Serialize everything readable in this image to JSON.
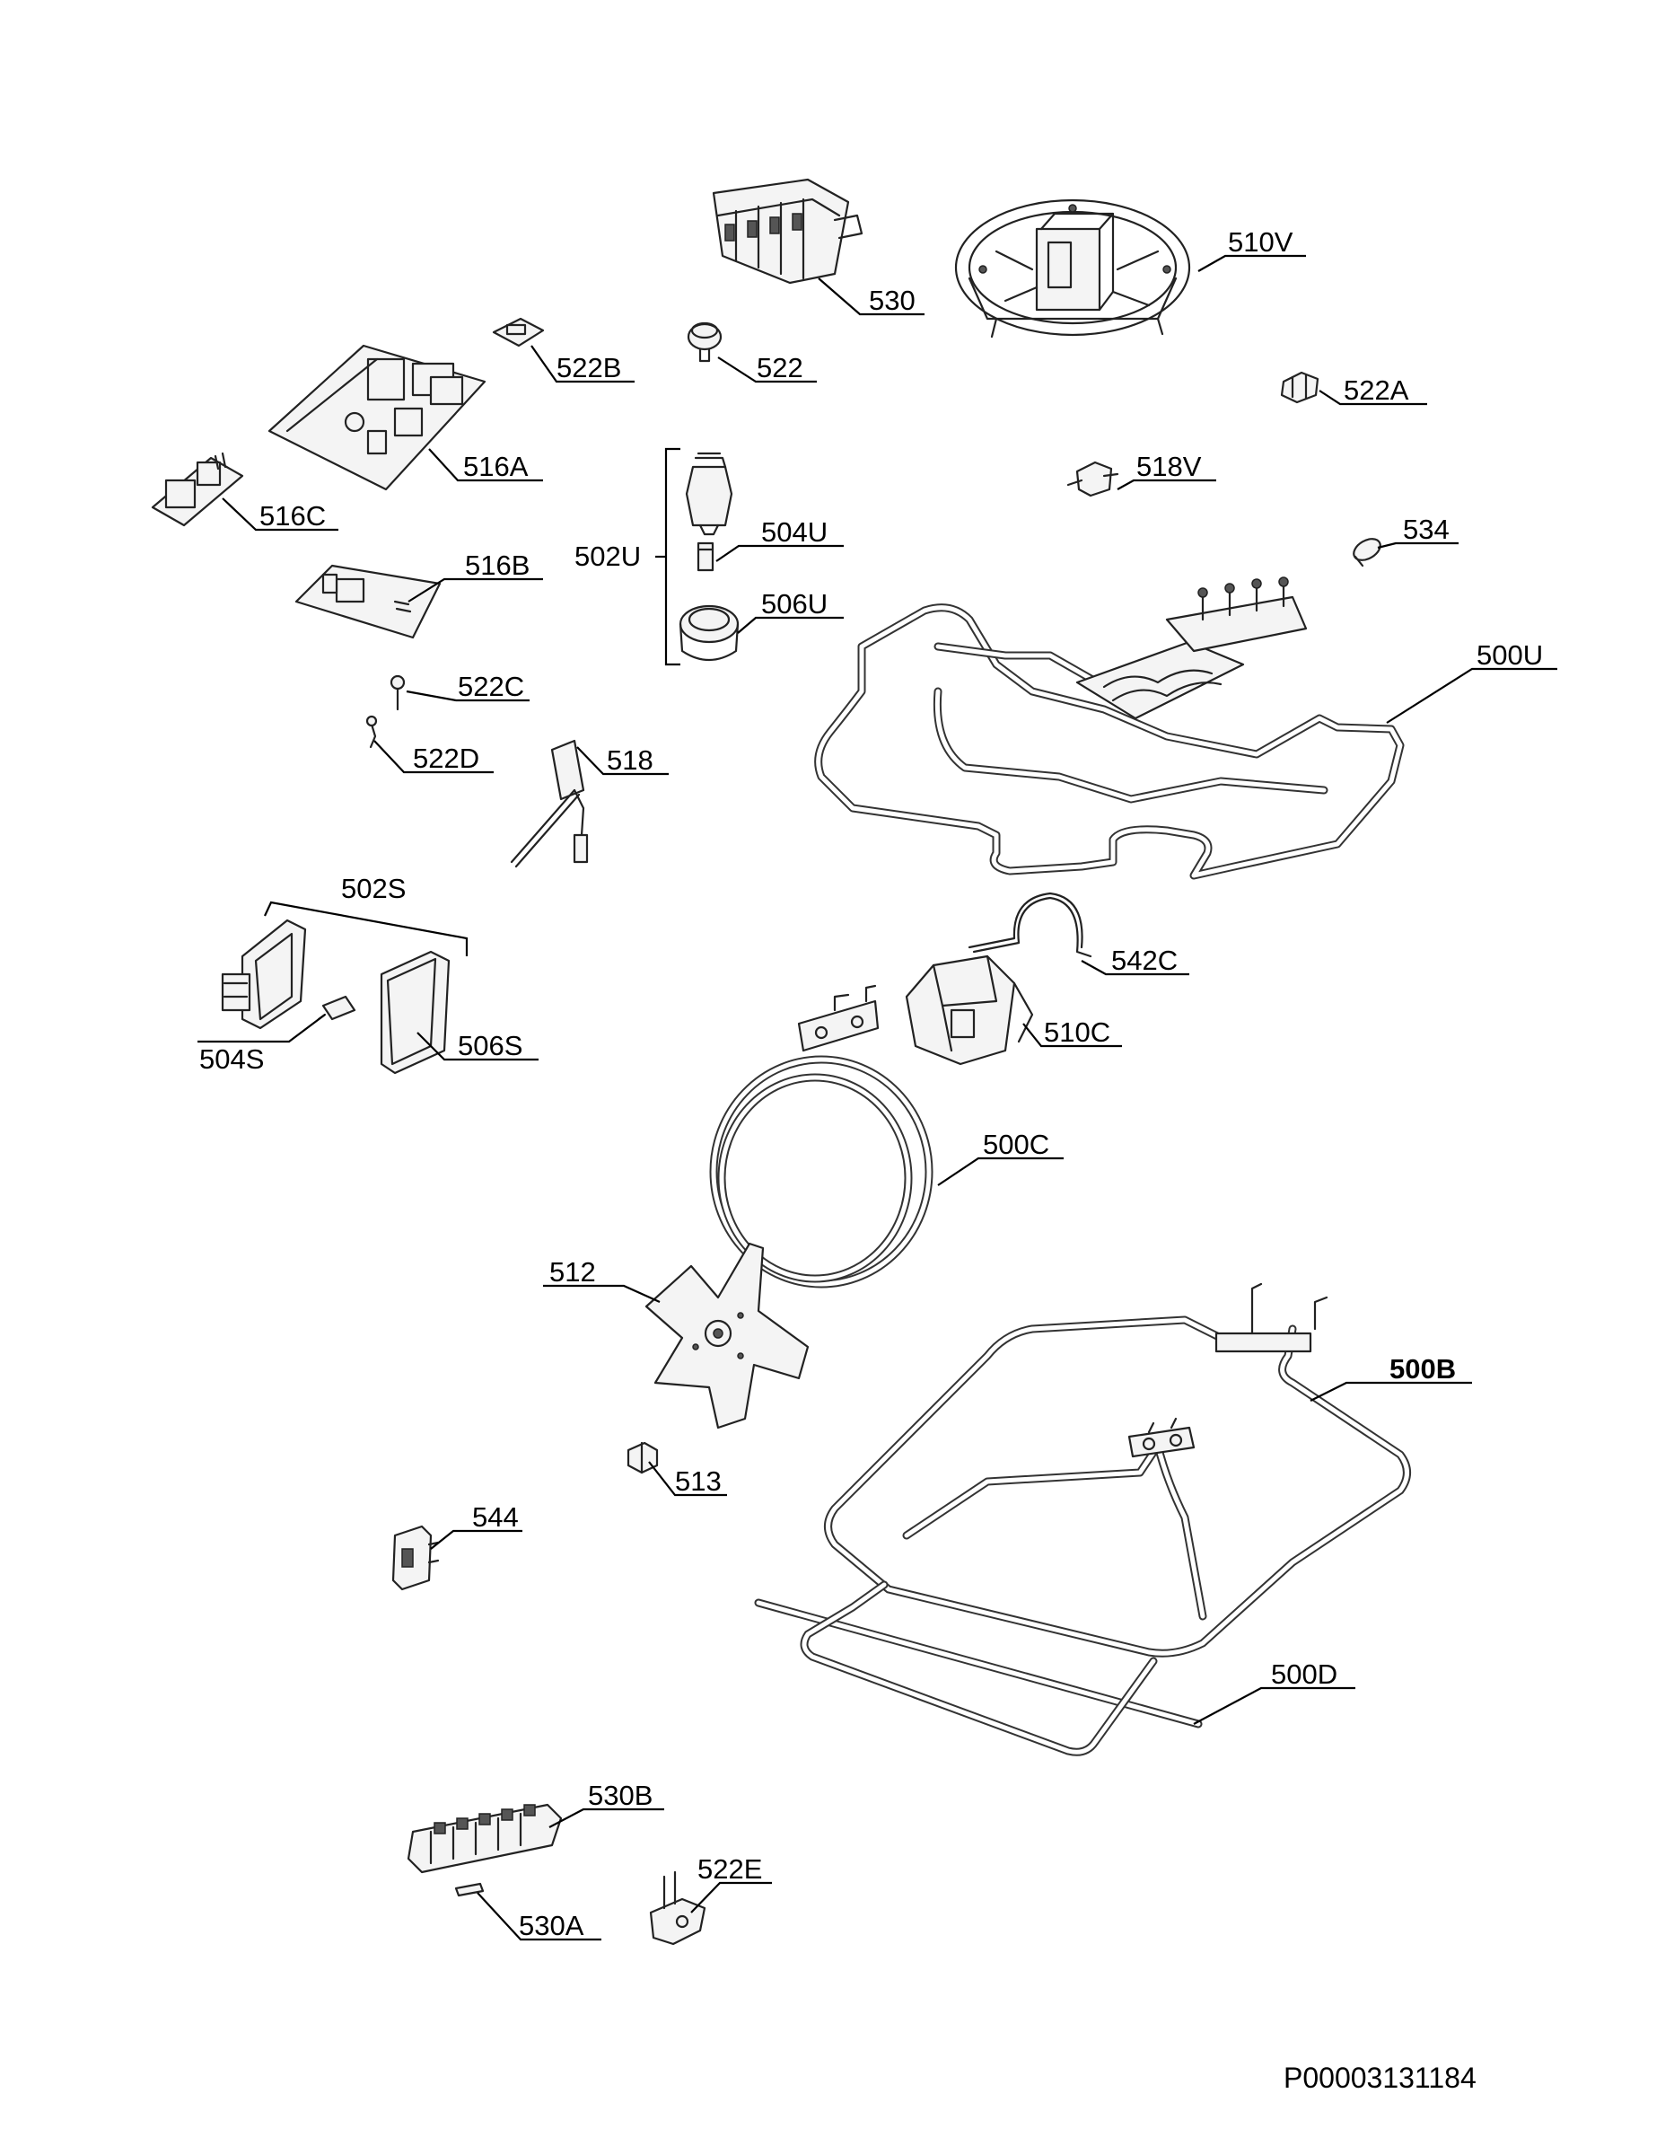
{
  "diagram": {
    "document_id": "P00003131184",
    "callouts": {
      "c530": "530",
      "c510V": "510V",
      "c522B": "522B",
      "c522": "522",
      "c522A": "522A",
      "c516A": "516A",
      "c516C": "516C",
      "c518V": "518V",
      "c502U": "502U",
      "c504U": "504U",
      "c534": "534",
      "c516B": "516B",
      "c506U": "506U",
      "c500U": "500U",
      "c522C": "522C",
      "c522D": "522D",
      "c518": "518",
      "c502S": "502S",
      "c542C": "542C",
      "c510C": "510C",
      "c504S": "504S",
      "c506S": "506S",
      "c500C": "500C",
      "c512": "512",
      "c500B": "500B",
      "c513": "513",
      "c544": "544",
      "c500D": "500D",
      "c530B": "530B",
      "c522E": "522E",
      "c530A": "530A"
    }
  }
}
